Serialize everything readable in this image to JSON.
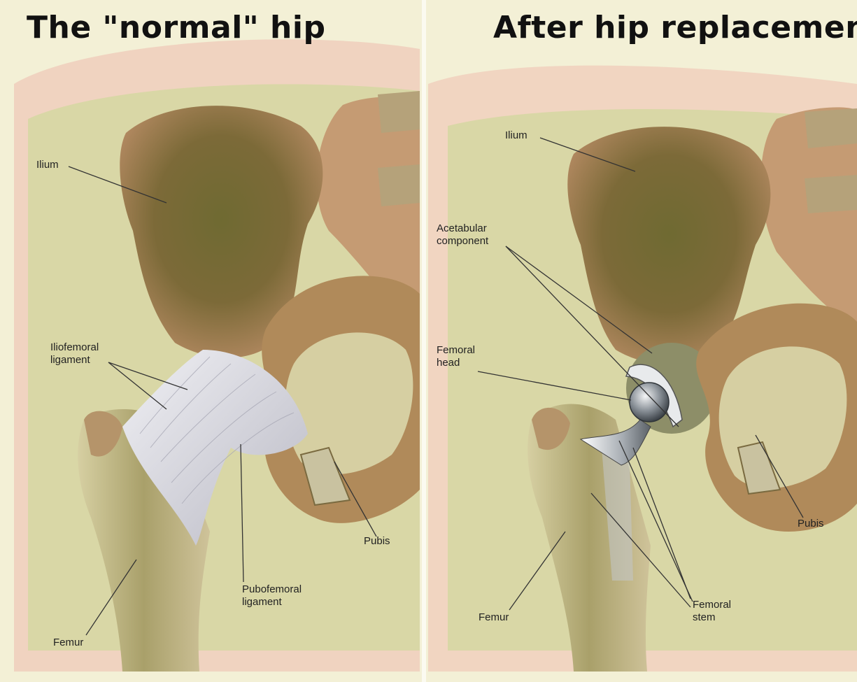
{
  "left_panel": {
    "title": "The \"normal\" hip",
    "labels": {
      "ilium": "Ilium",
      "iliofemoral": "Iliofemoral\nligament",
      "pubofemoral": "Pubofemoral\nligament",
      "pubis": "Pubis",
      "femur": "Femur"
    }
  },
  "right_panel": {
    "title": "After hip replacement",
    "labels": {
      "ilium": "Ilium",
      "acetabular": "Acetabular\ncomponent",
      "femoral_head": "Femoral\nhead",
      "pubis": "Pubis",
      "femur": "Femur",
      "femoral_stem": "Femoral\nstem"
    }
  },
  "colors": {
    "background": "#f3f0d6",
    "soft_tissue": "#d9d7a6",
    "skin_pink": "#efc9b8",
    "bone_dark": "#8a7a3e",
    "bone_mid": "#b08a5a",
    "bone_light": "#cfc39a",
    "ligament": "#e6e6ea",
    "implant": "#9aa0a6",
    "leader_line": "#333333"
  }
}
